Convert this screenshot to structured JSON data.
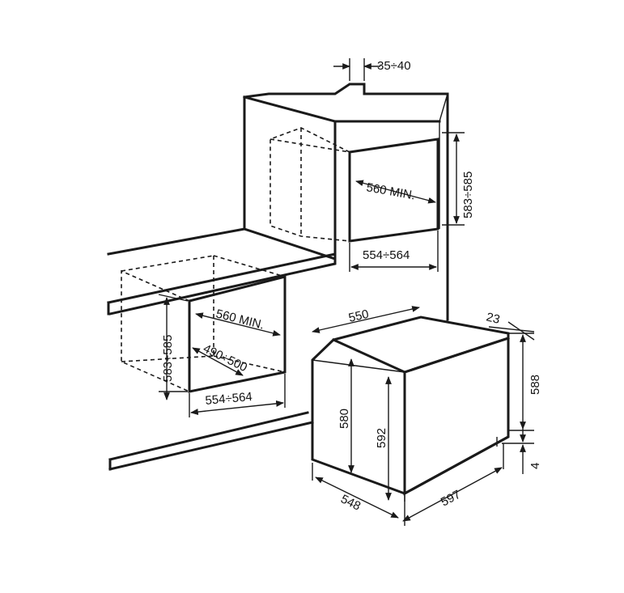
{
  "dimensions": {
    "top_gap": "35÷40",
    "column_height": "583÷585",
    "column_min": "560 MIN.",
    "column_width": "554÷564",
    "under_height": "583÷585",
    "under_min": "560 MIN.",
    "under_depth": "490÷500",
    "under_width": "554÷564",
    "oven_top_depth": "550",
    "oven_front_depth": "23",
    "oven_front_height": "588",
    "oven_body_height": "580",
    "oven_inner_height": "592",
    "oven_bottom_gap": "4",
    "oven_side_depth": "548",
    "oven_width": "597"
  }
}
